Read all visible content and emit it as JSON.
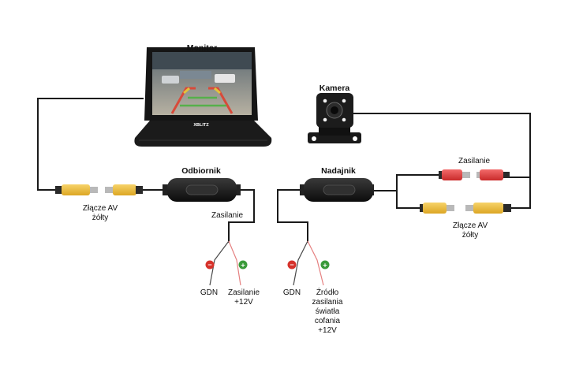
{
  "labels": {
    "monitor": "Monitor",
    "monitor_brand": "XBLITZ",
    "camera": "Kamera",
    "receiver": "Odbiornik",
    "transmitter": "Nadajnik",
    "av_left_1": "Złącze AV",
    "av_left_2": "żółty",
    "power_left": "Zasilanie",
    "gdn_left": "GDN",
    "plus12_left_1": "Zasilanie",
    "plus12_left_2": "+12V",
    "gdn_right": "GDN",
    "src_1": "Źródło",
    "src_2": "zasilania",
    "src_3": "światła",
    "src_4": "cofania",
    "src_5": "+12V",
    "power_right": "Zasilanie",
    "av_right_1": "Złącze AV",
    "av_right_2": "żółty",
    "minus_sign": "−",
    "plus_sign": "+"
  },
  "colors": {
    "cable": "#1a1a1a",
    "rca_yellow": "#f3c23c",
    "rca_metal": "#b9b9b9",
    "power_red": "#e23b3b",
    "wire_red": "#e58080",
    "badge_red": "#d6322b",
    "badge_green": "#3a9a3a"
  }
}
